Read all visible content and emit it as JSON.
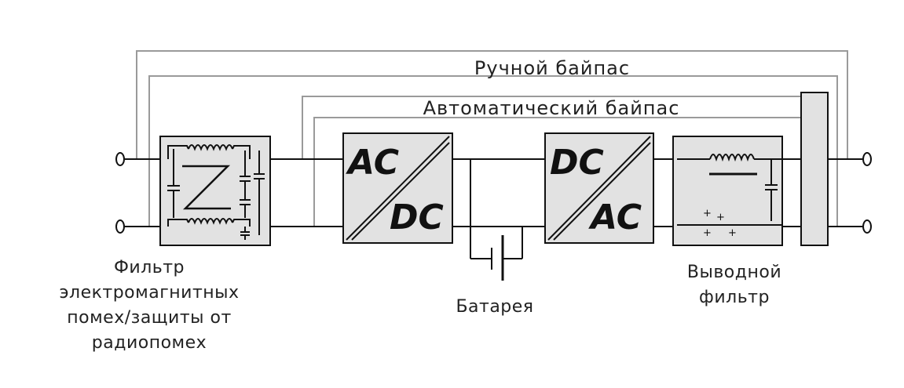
{
  "labels": {
    "manual_bypass": "Ручной байпас",
    "auto_bypass": "Автоматический байпас",
    "battery": "Батарея",
    "emi_filter": [
      "Фильтр",
      "электромагнитных",
      "помех/защиты от",
      "радиопомех"
    ],
    "output_filter": [
      "Выводной",
      "фильтр"
    ]
  },
  "converters": {
    "rectifier": {
      "top": "AC",
      "bottom": "DC"
    },
    "inverter": {
      "top": "DC",
      "bottom": "AC"
    }
  },
  "colors": {
    "block_fill": "#e2e2e2",
    "line": "#111111",
    "bypass_line": "#9a9a9a"
  }
}
